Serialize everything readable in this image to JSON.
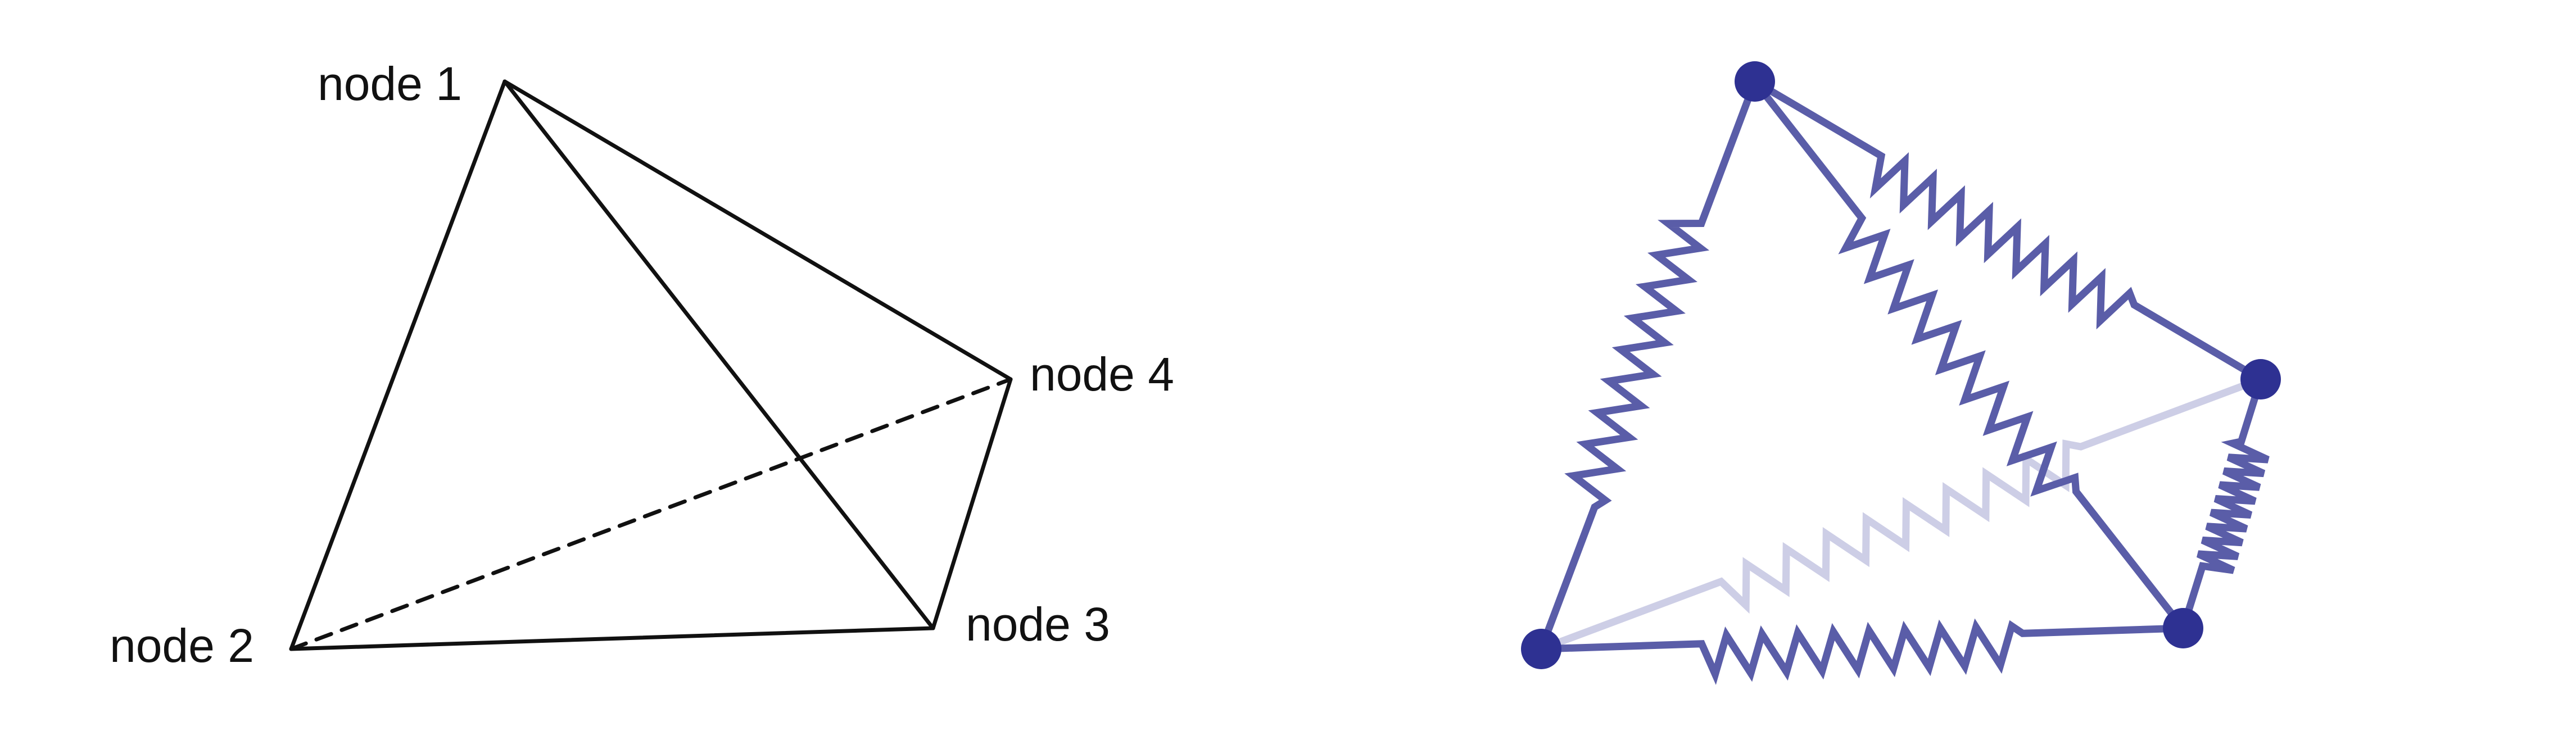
{
  "tetrahedron": {
    "nodes": [
      {
        "id": "n1",
        "label": "node 1"
      },
      {
        "id": "n2",
        "label": "node 2"
      },
      {
        "id": "n3",
        "label": "node 3"
      },
      {
        "id": "n4",
        "label": "node 4"
      }
    ],
    "edges": [
      {
        "id": "e12",
        "from": "n1",
        "to": "n2",
        "style": "solid"
      },
      {
        "id": "e13",
        "from": "n1",
        "to": "n3",
        "style": "solid"
      },
      {
        "id": "e14",
        "from": "n1",
        "to": "n4",
        "style": "solid"
      },
      {
        "id": "e23",
        "from": "n2",
        "to": "n3",
        "style": "solid"
      },
      {
        "id": "e34",
        "from": "n3",
        "to": "n4",
        "style": "solid"
      },
      {
        "id": "e24",
        "from": "n2",
        "to": "n4",
        "style": "dashed"
      }
    ],
    "line_color": "#111111"
  },
  "spring_network": {
    "nodes": [
      "n1",
      "n2",
      "n3",
      "n4"
    ],
    "springs": [
      {
        "id": "s12",
        "from": "n1",
        "to": "n2",
        "hidden": false
      },
      {
        "id": "s13",
        "from": "n1",
        "to": "n3",
        "hidden": false
      },
      {
        "id": "s14",
        "from": "n1",
        "to": "n4",
        "hidden": false
      },
      {
        "id": "s23",
        "from": "n2",
        "to": "n3",
        "hidden": false
      },
      {
        "id": "s34",
        "from": "n3",
        "to": "n4",
        "hidden": false
      },
      {
        "id": "s24",
        "from": "n2",
        "to": "n4",
        "hidden": true
      }
    ],
    "spring_color": "#5a5da8",
    "hidden_spring_color": "#cdcee6",
    "node_color": "#2e3192"
  }
}
